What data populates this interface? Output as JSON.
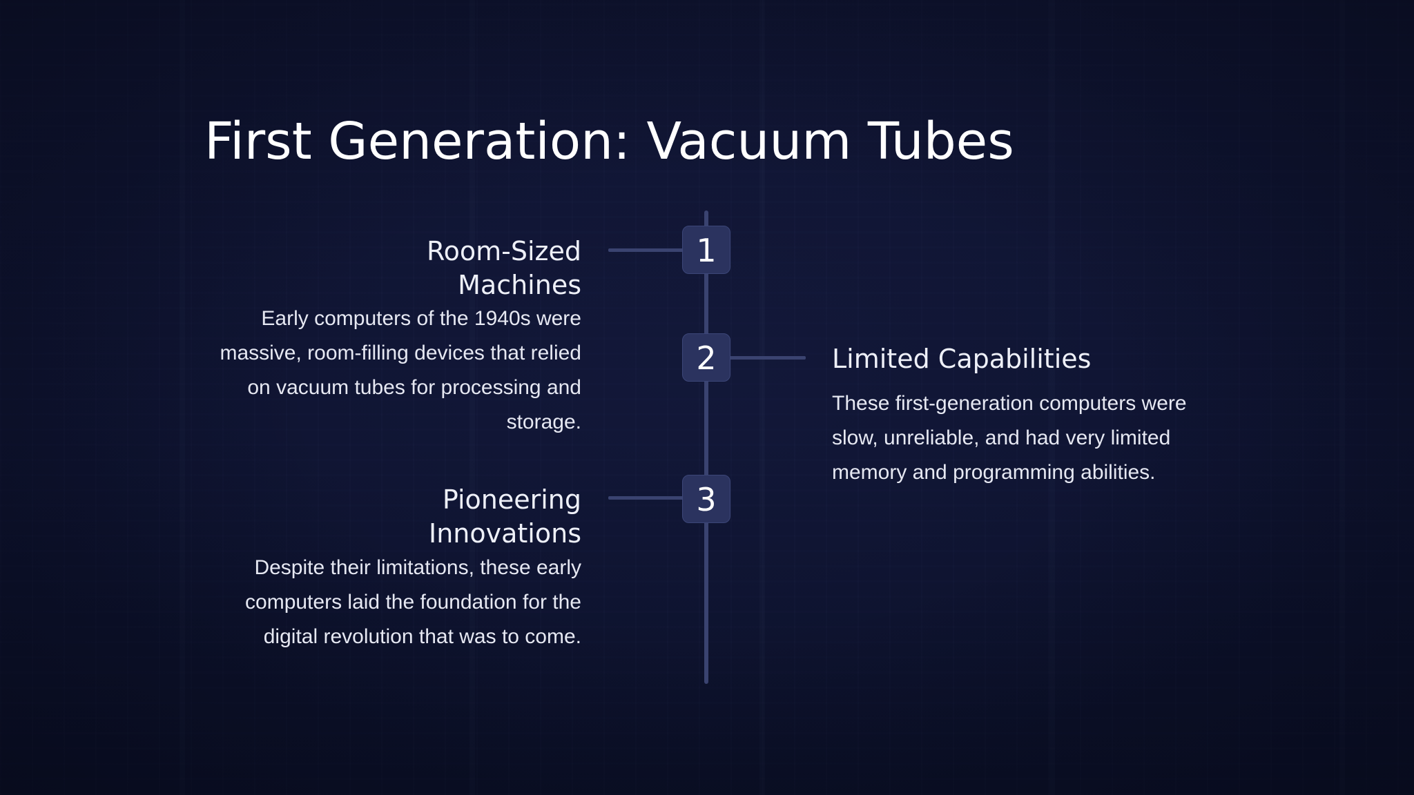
{
  "slide": {
    "title": "First Generation: Vacuum Tubes"
  },
  "timeline": {
    "items": [
      {
        "number": "1",
        "title": "Room-Sized Machines",
        "body": "Early computers of the 1940s were massive, room-filling devices that relied on vacuum tubes for processing and storage.",
        "side": "left"
      },
      {
        "number": "2",
        "title": "Limited Capabilities",
        "body": "These first-generation computers were slow, unreliable, and had very limited memory and programming abilities.",
        "side": "right"
      },
      {
        "number": "3",
        "title": "Pioneering Innovations",
        "body": "Despite their limitations, these early computers laid the foundation for the digital revolution that was to come.",
        "side": "left"
      }
    ]
  },
  "colors": {
    "background": "#0f1430",
    "timeline_line": "#3a4370",
    "badge": "#2b335f",
    "text": "#ffffff"
  }
}
